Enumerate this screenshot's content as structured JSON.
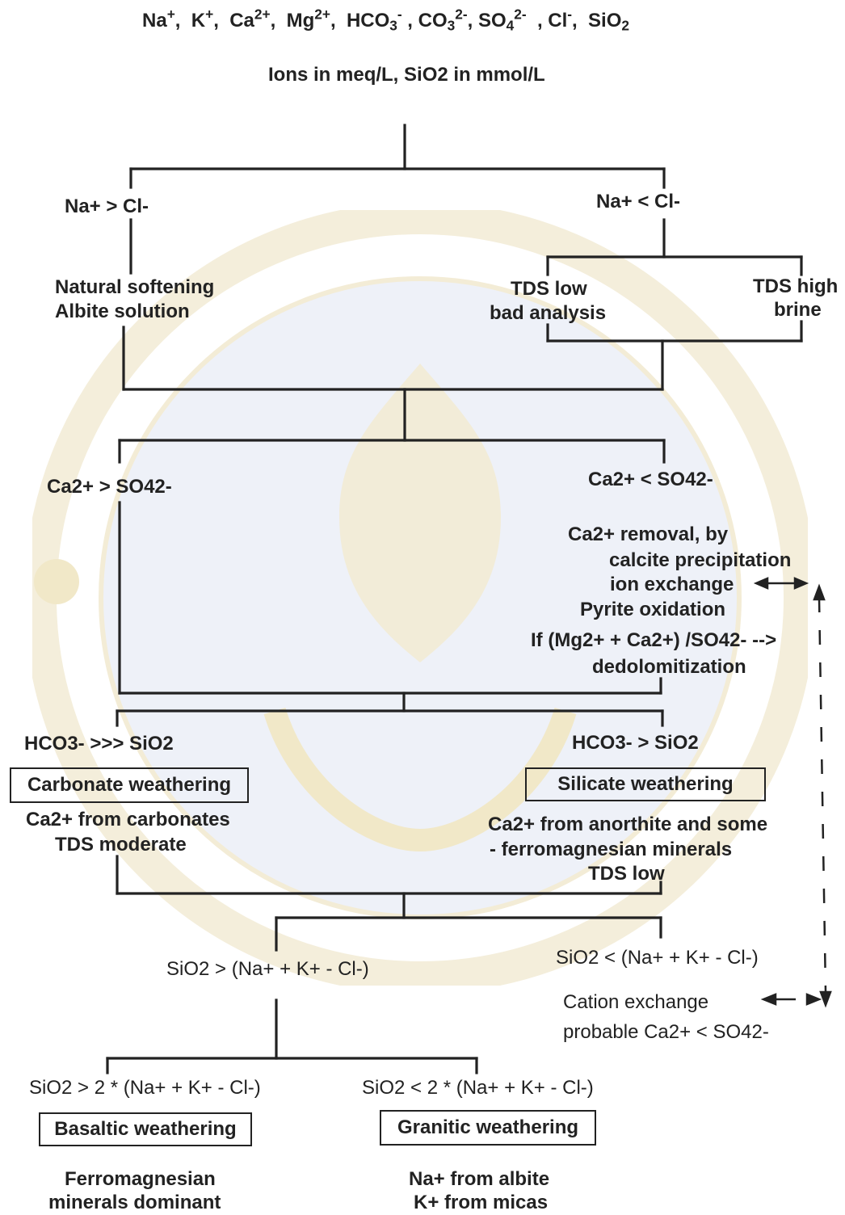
{
  "header": {
    "ions_prefix": "Na",
    "units_line": "Ions in meq/L, SiO2 in mmol/L"
  },
  "branch1": {
    "left_condition": "Na+ > Cl-",
    "right_condition": "Na+ < Cl-",
    "left_result_line1": "Natural softening",
    "left_result_line2": "Albite solution",
    "tds_low_line1": "TDS low",
    "tds_low_line2": "bad analysis",
    "tds_high_line1": "TDS high",
    "tds_high_line2": "brine"
  },
  "branch2": {
    "left_condition": "Ca2+ > SO42-",
    "right_condition": "Ca2+ < SO42-",
    "removal_line1": "Ca2+ removal, by",
    "removal_line2": "calcite precipitation",
    "removal_line3": "ion exchange",
    "removal_line4": "Pyrite oxidation",
    "removal_line5": "If (Mg2+ + Ca2+) /SO42- -->",
    "removal_line6": "dedolomitization"
  },
  "branch3": {
    "left_condition": "HCO3- >>> SiO2",
    "right_condition": "HCO3- > SiO2",
    "carbonate_box": "Carbonate weathering",
    "carbonate_line1": "Ca2+ from carbonates",
    "carbonate_line2": "TDS moderate",
    "silicate_box": "Silicate weathering",
    "silicate_line1": "Ca2+ from anorthite and some",
    "silicate_line2": "- ferromagnesian minerals",
    "silicate_line3": "TDS low"
  },
  "branch4": {
    "left_condition": "SiO2 > (Na+ + K+ - Cl-)",
    "right_condition": "SiO2 < (Na+ + K+ - Cl-)",
    "cation_line1": "Cation exchange",
    "cation_line2": "probable Ca2+ < SO42-"
  },
  "branch5": {
    "left_condition": "SiO2 > 2 * (Na+ + K+ - Cl-)",
    "right_condition": "SiO2 < 2 * (Na+ + K+ - Cl-)",
    "basaltic_box": "Basaltic weathering",
    "basaltic_line1": "Ferromagnesian",
    "basaltic_line2": "minerals dominant",
    "granitic_box": "Granitic weathering",
    "granitic_line1": "Na+ from albite",
    "granitic_line2": "K+ from micas"
  },
  "colors": {
    "ink": "#222222",
    "watermark": "#f3ecd6",
    "watermark_blue": "#e6ebf5"
  }
}
